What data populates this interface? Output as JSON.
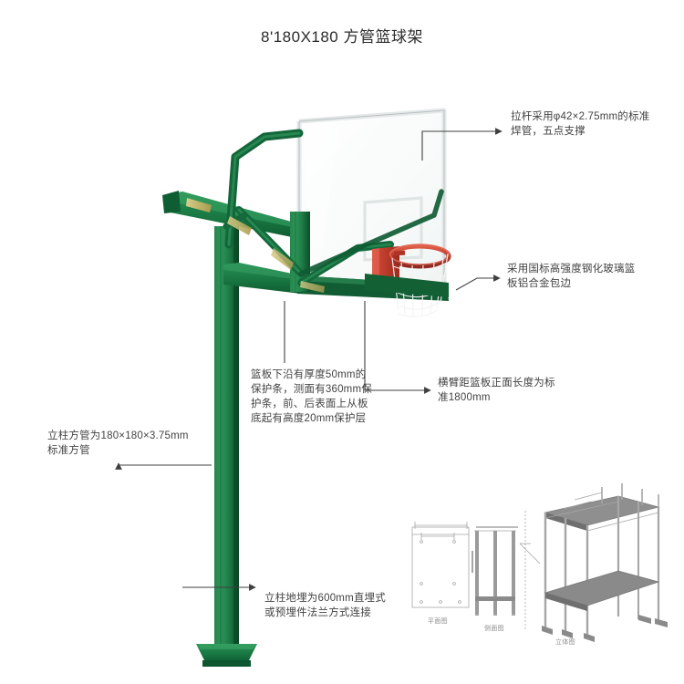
{
  "page": {
    "title": "8'180X180 方管篮球架"
  },
  "colors": {
    "frame_green": "#1a7a44",
    "frame_green_dark": "#0f5a30",
    "frame_green_light": "#2f9a5d",
    "rim_red": "#c0392b",
    "rim_red_dark": "#8e2a20",
    "net_white": "#f2f2f2",
    "backboard_frame": "#e8eaea",
    "glass_tint": "#eef3f2",
    "bracket_tan": "#c8b86a",
    "leader_line": "#4a4a4a",
    "cad_line": "#9a9a9a",
    "cad_fill": "#8a8a8a",
    "background": "#ffffff",
    "text": "#434343"
  },
  "annotations": [
    {
      "id": "pull-rod",
      "name": "annotation-pull-rod",
      "text": "拉杆采用φ42×2.75mm的标准焊管，五点支撑"
    },
    {
      "id": "backboard-material",
      "name": "annotation-backboard-material",
      "text": "采用国标高强度钢化玻璃篮板铝合金包边"
    },
    {
      "id": "protector-strip",
      "name": "annotation-protector-strip",
      "text": "篮板下沿有厚度50mm的保护条，测面有360mm保护条，前、后表面上从板底起有高度20mm保护层"
    },
    {
      "id": "arm-length",
      "name": "annotation-arm-length",
      "text": "横臂距篮板正面长度为标准1800mm"
    },
    {
      "id": "column-spec",
      "name": "annotation-column-spec",
      "text": "立柱方管为180×180×3.75mm标准方管"
    },
    {
      "id": "foundation",
      "name": "annotation-foundation",
      "text": "立柱地埋为600mm直埋式或预埋件法兰方式连接"
    }
  ],
  "cad_drawings": [
    {
      "id": "plan",
      "caption": "平面图"
    },
    {
      "id": "side",
      "caption": "侧面图"
    },
    {
      "id": "iso",
      "caption": "立体图"
    }
  ],
  "parts": {
    "backboard": "glass-backboard",
    "rim": "basketball-rim",
    "net": "basketball-net",
    "pole": "main-column",
    "base": "base-plate",
    "arm": "support-arm",
    "brace": "diagonal-brace",
    "pull_rod": "pull-rod"
  }
}
